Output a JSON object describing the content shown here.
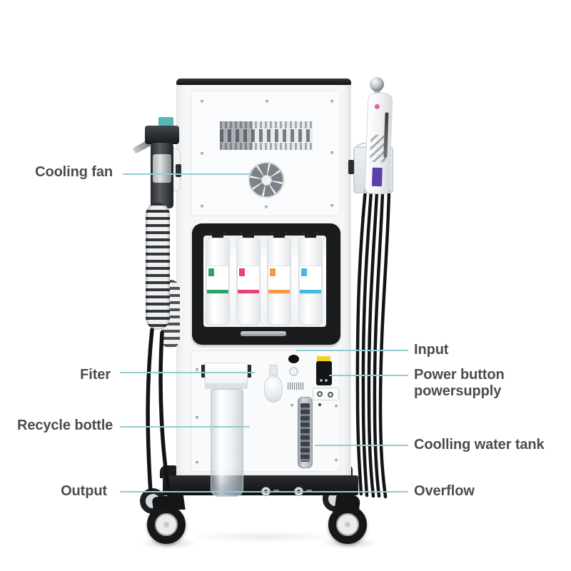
{
  "background_color": "#ffffff",
  "accent": {
    "leader_line_color": "#96ccd1",
    "label_text_color": "#4c4c4e"
  },
  "labels": {
    "cooling_fan": "Cooling fan",
    "filter": "Fiter",
    "recycle_bottle": "Recycle bottle",
    "output": "Output",
    "input": "Input",
    "power_button_line1": "Power button",
    "power_button_line2": "powersupply",
    "cooling_water_tank": "Coolling water tank",
    "overflow": "Overflow"
  },
  "machine": {
    "bottles": [
      {
        "name": "bottle-1",
        "label_color": "#2fa364"
      },
      {
        "name": "bottle-2",
        "label_color": "#e5437f"
      },
      {
        "name": "bottle-3",
        "label_color": "#f29a45"
      },
      {
        "name": "bottle-4",
        "label_color": "#45b8de"
      }
    ],
    "colors": {
      "cabinet_white": "#f6f7f8",
      "frame_black": "#1a1b1d",
      "gun_cap_teal": "#58b7b9",
      "power_sticker_yellow": "#f2d41f",
      "handpiece_label_purple": "#5a3fa9",
      "handpiece_dot_pink": "#e360a1"
    }
  }
}
